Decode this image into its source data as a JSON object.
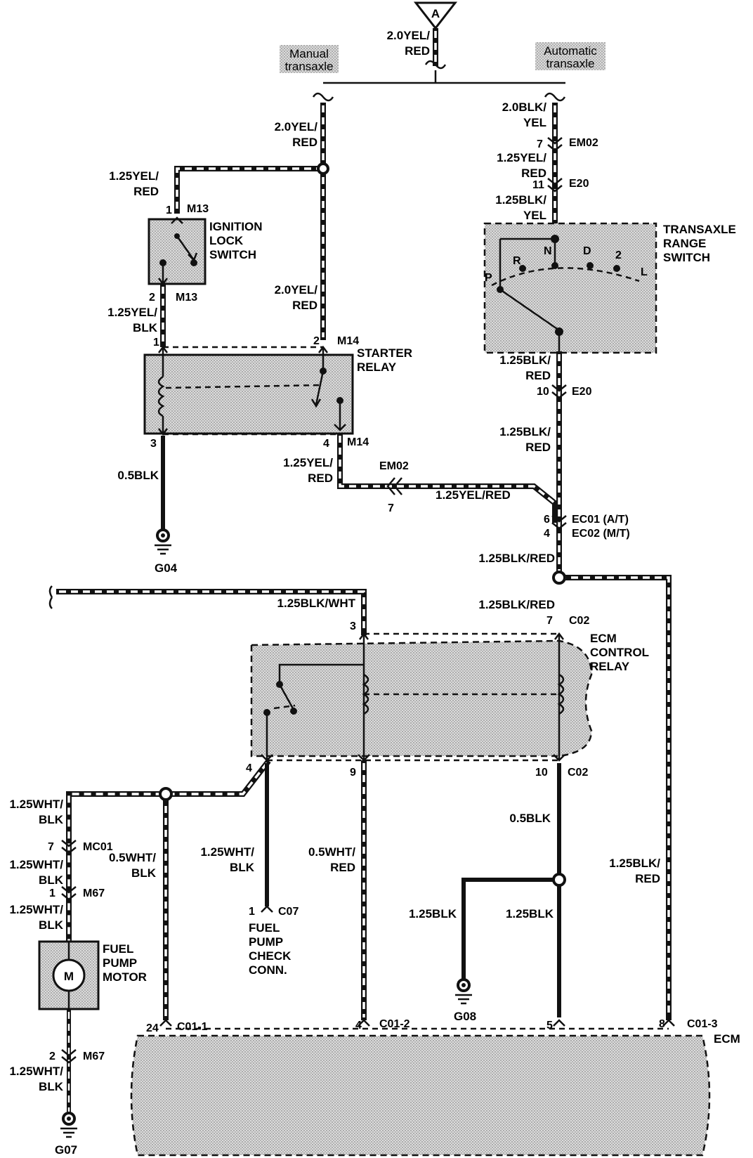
{
  "connector_marker": "A",
  "notes": {
    "manual": "Manual\ntransaxle",
    "automatic": "Automatic\ntransaxle"
  },
  "components": {
    "ignition_lock_switch": "IGNITION\nLOCK\nSWITCH",
    "starter_relay": "STARTER\nRELAY",
    "transaxle_range_switch": "TRANSAXLE\nRANGE\nSWITCH",
    "ecm_control_relay": "ECM\nCONTROL\nRELAY",
    "fuel_pump_motor": "FUEL\nPUMP\nMOTOR",
    "fuel_pump_check_conn": "FUEL\nPUMP\nCHECK\nCONN.",
    "ecm": "ECM",
    "motor_symbol": "M"
  },
  "range_positions": [
    "P",
    "R",
    "N",
    "D",
    "2",
    "L"
  ],
  "wires": {
    "top": "2.0YEL/\nRED",
    "manual_feed": "2.0YEL/\nRED",
    "ign_feed": "1.25YEL/\nRED",
    "ign_out": "1.25YEL/\nBLK",
    "starter_feed": "2.0YEL/\nRED",
    "starter_ground": "0.5BLK",
    "starter_out": "1.25YEL/\nRED",
    "starter_link": "1.25YEL/RED",
    "at_feed": "2.0BLK/\nYEL",
    "at_em02": "1.25YEL/\nRED",
    "at_e20": "1.25BLK/\nYEL",
    "trs_out": "1.25BLK/\nRED",
    "trs_out2": "1.25BLK/\nRED",
    "ec_out": "1.25BLK/RED",
    "ecm_relay_in": "1.25BLK/RED",
    "relay_branch": "1.25BLK/WHT",
    "fuel_main": "1.25WHT/\nBLK",
    "fuel_mc01": "1.25WHT/\nBLK",
    "fuel_m67": "1.25WHT/\nBLK",
    "fuel_c01": "0.5WHT/\nBLK",
    "check_conn": "1.25WHT/\nBLK",
    "relay_9": "0.5WHT/\nRED",
    "relay_10": "0.5BLK",
    "g08_branch": "1.25BLK",
    "ecm_5": "1.25BLK",
    "ecm_8": "1.25BLK/\nRED",
    "fuel_ground": "1.25WHT/\nBLK"
  },
  "connectors": {
    "m13_top": "M13",
    "m13_bot": "M13",
    "m14_top": "M14",
    "m14_bot": "M14",
    "em02_top": "EM02",
    "em02_low": "EM02",
    "e20_top": "E20",
    "e20_bot": "E20",
    "ec01": "EC01 (A/T)",
    "ec02": "EC02 (M/T)",
    "c02_top": "C02",
    "c02_bot": "C02",
    "mc01": "MC01",
    "m67_top": "M67",
    "m67_bot": "M67",
    "c07": "C07",
    "c01_1": "C01-1",
    "c01_2": "C01-2",
    "c01_3": "C01-3"
  },
  "pins": {
    "m13_1": "1",
    "m13_2": "2",
    "m14_1": "1",
    "m14_2": "2",
    "m14_3": "3",
    "m14_4": "4",
    "em02_7": "7",
    "e20_11": "11",
    "e20_10": "10",
    "em02_low_7": "7",
    "ec01_6": "6",
    "ec02_4": "4",
    "c02_3": "3",
    "c02_7": "7",
    "c02_4": "4",
    "c02_9": "9",
    "c02_10": "10",
    "mc01_7": "7",
    "m67_1": "1",
    "m67_2": "2",
    "c07_1": "1",
    "c01_24": "24",
    "c01_4": "4",
    "c01_5": "5",
    "c01_8": "8"
  },
  "grounds": {
    "g04": "G04",
    "g07": "G07",
    "g08": "G08"
  }
}
